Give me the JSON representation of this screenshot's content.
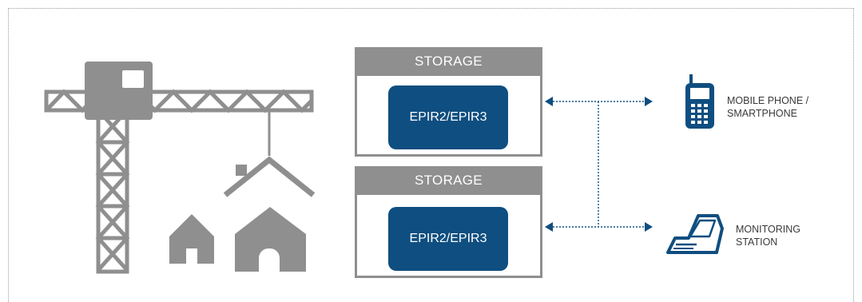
{
  "colors": {
    "accent": "#0f4e80",
    "gray": "#8f8f8f",
    "text": "#3a3a3a"
  },
  "storage_units": [
    {
      "title": "STORAGE",
      "device": "EPIR2/EPIR3"
    },
    {
      "title": "STORAGE",
      "device": "EPIR2/EPIR3"
    }
  ],
  "endpoints": [
    {
      "icon": "mobile-phone-icon",
      "line1": "MOBILE PHONE /",
      "line2": "SMARTPHONE"
    },
    {
      "icon": "monitoring-station-icon",
      "line1": "MONITORING",
      "line2": "STATION"
    }
  ]
}
